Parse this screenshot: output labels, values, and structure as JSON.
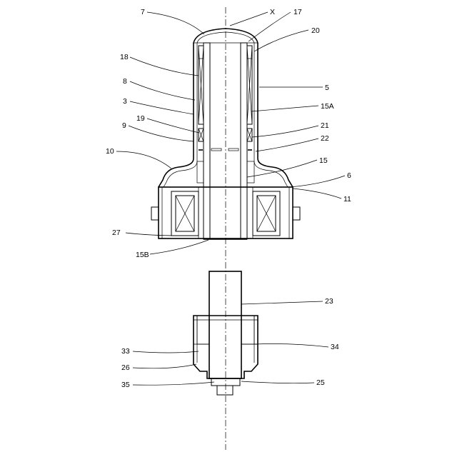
{
  "labels": {
    "l7": "7",
    "lX": "X",
    "l17": "17",
    "l20": "20",
    "l18": "18",
    "l8": "8",
    "l5": "5",
    "l3": "3",
    "l15A": "15A",
    "l19": "19",
    "l9": "9",
    "l21": "21",
    "l22": "22",
    "l10": "10",
    "l15": "15",
    "l6": "6",
    "l11": "11",
    "l27": "27",
    "l15B": "15B",
    "l23": "23",
    "l33": "33",
    "l34": "34",
    "l26": "26",
    "l35": "35",
    "l25": "25"
  }
}
